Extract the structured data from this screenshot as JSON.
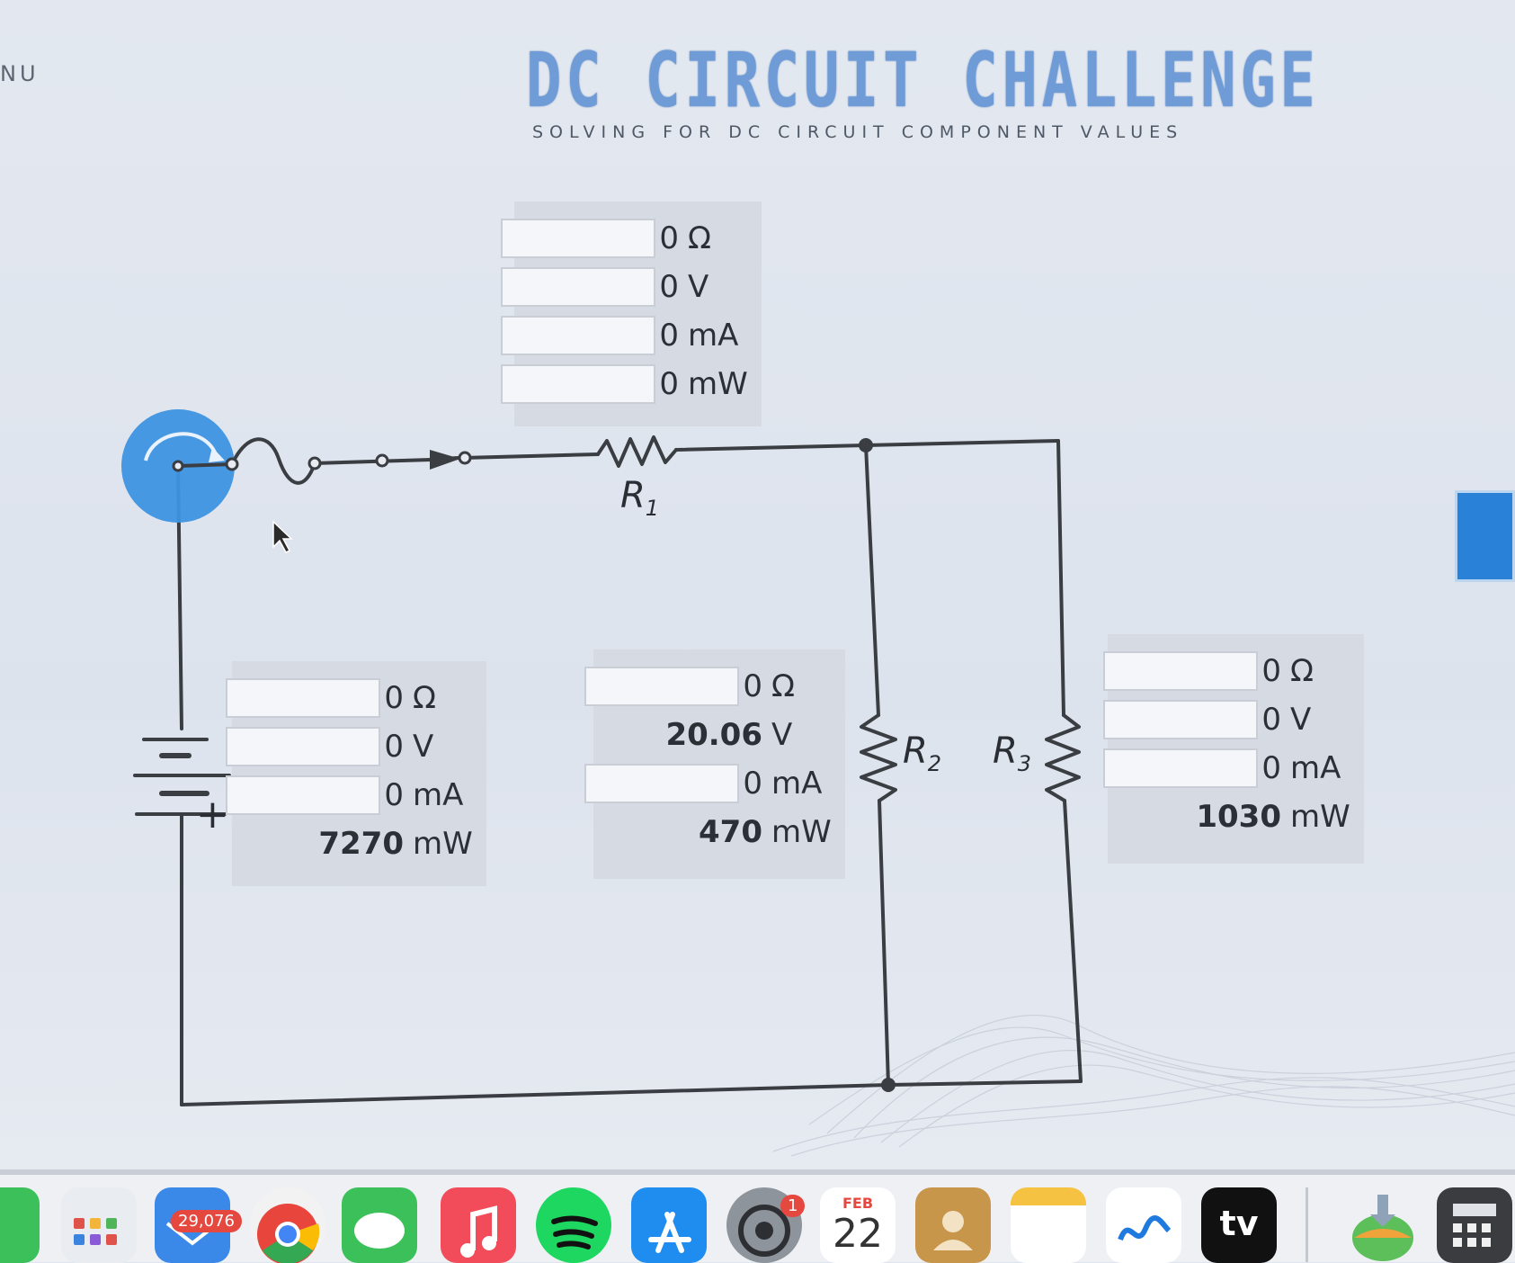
{
  "header": {
    "menu_label": "NU",
    "title": "DC CIRCUIT CHALLENGE",
    "subtitle": "SOLVING FOR DC CIRCUIT COMPONENT VALUES"
  },
  "circuit": {
    "labels": {
      "r1": "R",
      "r1_sub": "1",
      "r2": "R",
      "r2_sub": "2",
      "r3": "R",
      "r3_sub": "3",
      "battery_plus": "+"
    }
  },
  "panels": {
    "r1": {
      "resistance": {
        "value": "0",
        "unit": "Ω"
      },
      "voltage": {
        "value": "0",
        "unit": "V"
      },
      "current": {
        "value": "0",
        "unit": "mA"
      },
      "power": {
        "value": "0",
        "unit": "mW"
      }
    },
    "source": {
      "resistance": {
        "value": "0",
        "unit": "Ω"
      },
      "voltage": {
        "value": "0",
        "unit": "V"
      },
      "current": {
        "value": "0",
        "unit": "mA"
      },
      "power": {
        "value": "7270",
        "unit": "mW"
      }
    },
    "r2": {
      "resistance": {
        "value": "0",
        "unit": "Ω"
      },
      "voltage": {
        "value": "20.06",
        "unit": "V"
      },
      "current": {
        "value": "0",
        "unit": "mA"
      },
      "power": {
        "value": "470",
        "unit": "mW"
      }
    },
    "r3": {
      "resistance": {
        "value": "0",
        "unit": "Ω"
      },
      "voltage": {
        "value": "0",
        "unit": "V"
      },
      "current": {
        "value": "0",
        "unit": "mA"
      },
      "power": {
        "value": "1030",
        "unit": "mW"
      }
    }
  },
  "dock": {
    "mail_badge": "29,076",
    "settings_badge": "1",
    "calendar_month": "FEB",
    "calendar_day": "22",
    "tv_label": "tv",
    "icons": [
      "messages-icon",
      "launchpad-icon",
      "mail-icon",
      "chrome-icon",
      "messages-green-icon",
      "music-icon",
      "spotify-icon",
      "app-store-icon",
      "system-settings-icon",
      "calendar-icon",
      "contacts-icon",
      "notes-icon",
      "freeform-icon",
      "apple-tv-icon",
      "installer-icon",
      "calculator-icon"
    ]
  },
  "colors": {
    "title": "#6f9bd6",
    "wire": "#3a3d42",
    "switch_knob": "#3d93e0",
    "side_button": "#2a82d8"
  }
}
